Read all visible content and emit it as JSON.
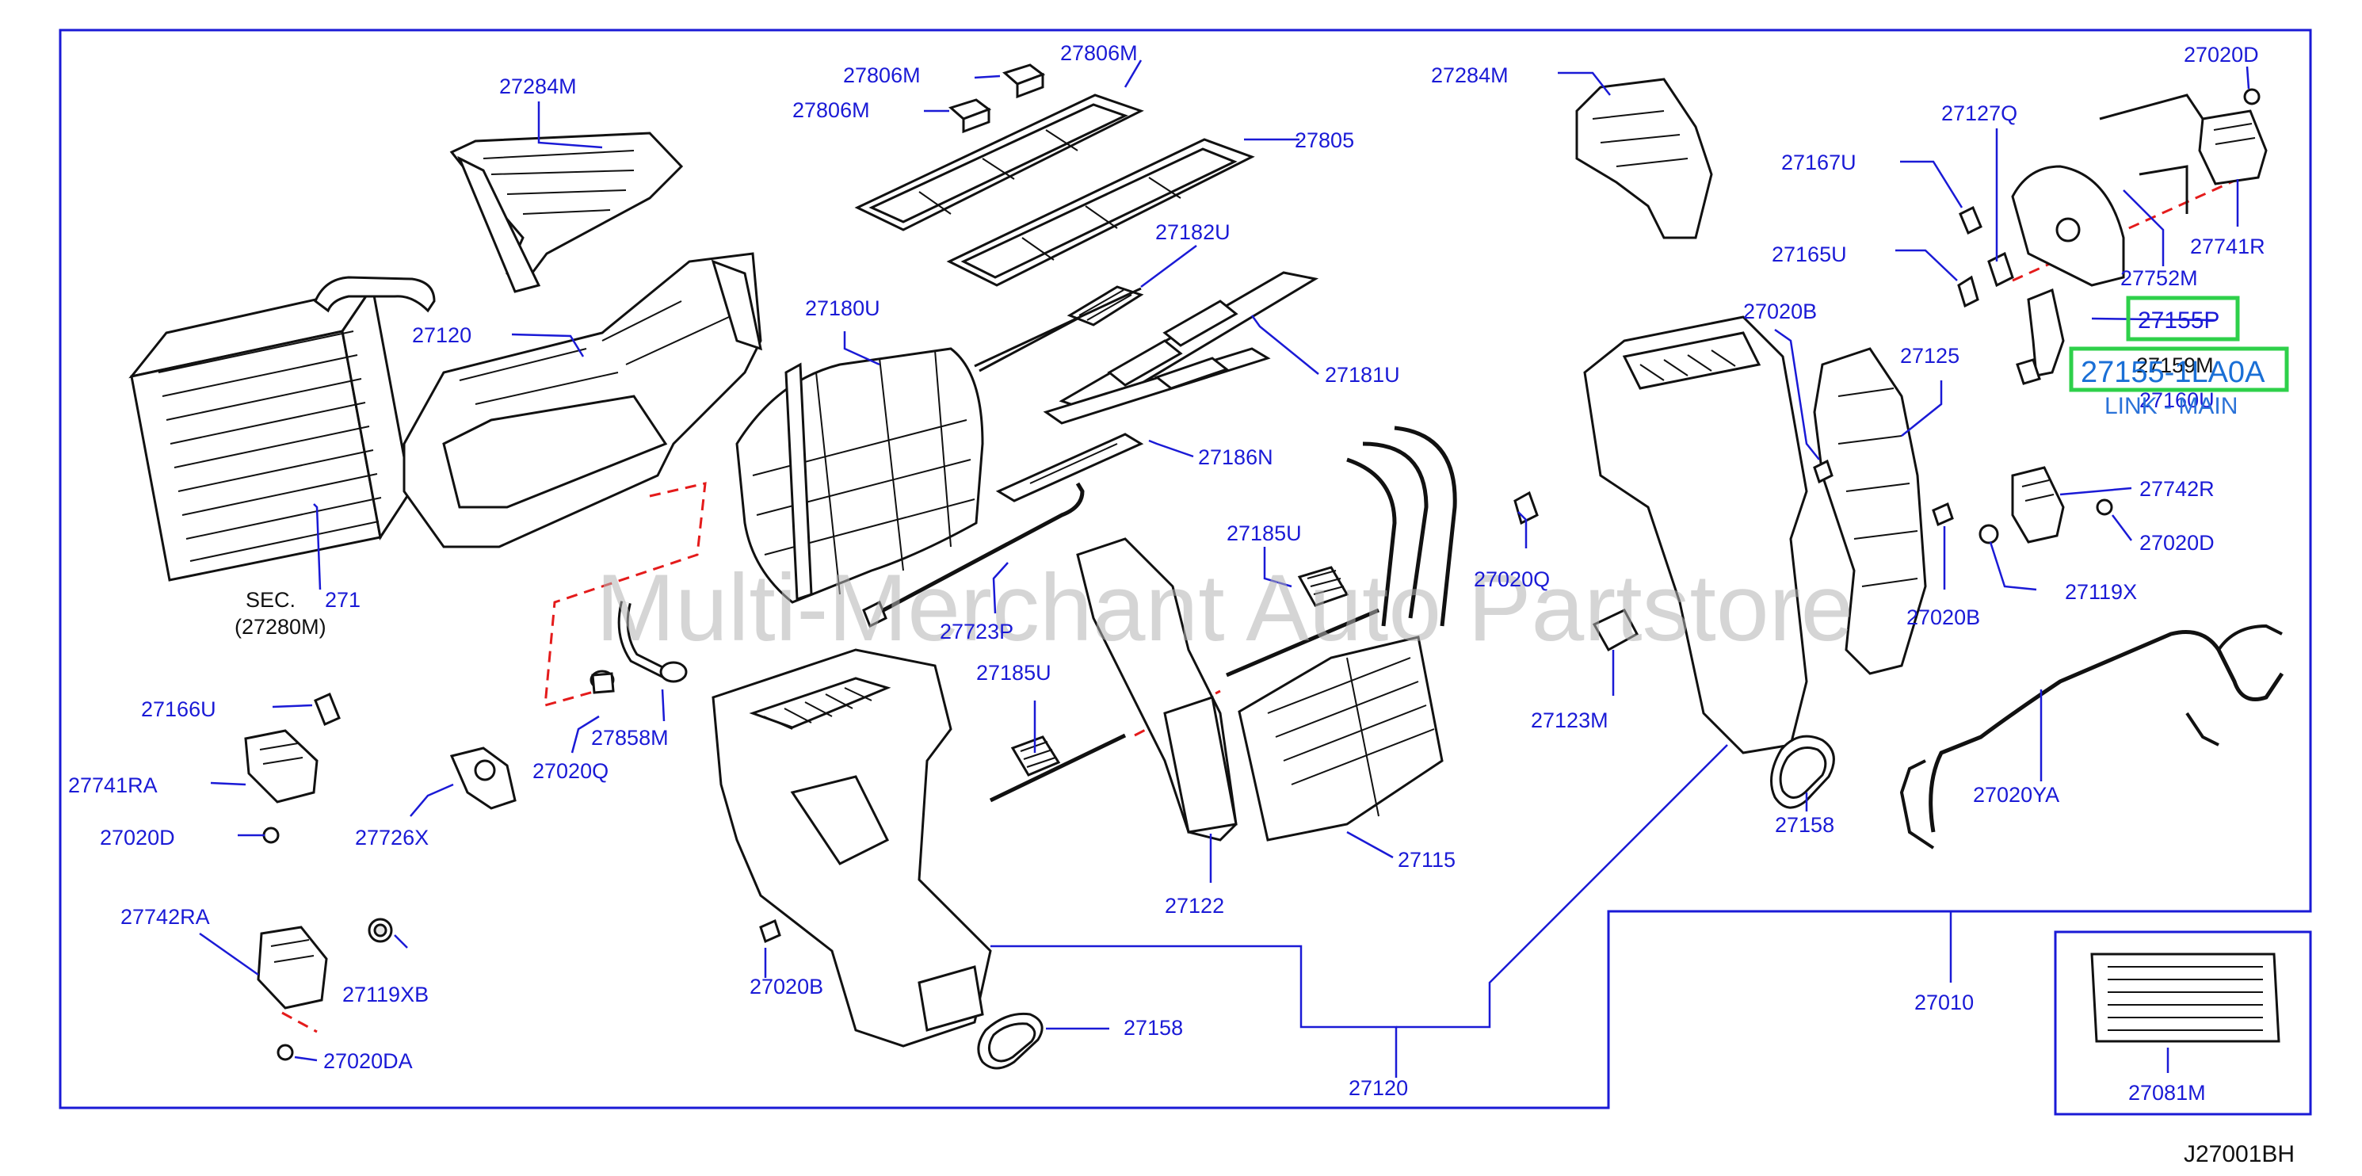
{
  "diagram_code": "J27001BH",
  "watermark": "Multi-Merchant Auto Partstore",
  "labels": {
    "l_27284M_a": "27284M",
    "l_27806M_a": "27806M",
    "l_27806M_b": "27806M",
    "l_27806M_c": "27806M",
    "l_27805": "27805",
    "l_27284M_b": "27284M",
    "l_27020D_a": "27020D",
    "l_27127Q": "27127Q",
    "l_27167U": "27167U",
    "l_27741R": "27741R",
    "l_27165U": "27165U",
    "l_27752M": "27752M",
    "l_27182U": "27182U",
    "l_27120_a": "27120",
    "l_27180U": "27180U",
    "l_27181U": "27181U",
    "l_27020B_a": "27020B",
    "l_27125": "27125",
    "l_27155P": "27155P",
    "l_27159M": "27159M",
    "l_27155_1LA0A": "27155-1LA0A",
    "l_27160U": "27160U",
    "l_link_main": "LINK - MAIN",
    "l_27186N": "27186N",
    "l_27742R": "27742R",
    "l_27020D_b": "27020D",
    "l_sec": "SEC.",
    "l_271": "271",
    "l_27280M": "(27280M)",
    "l_27185U_a": "27185U",
    "l_27020Q_a": "27020Q",
    "l_27119X": "27119X",
    "l_27723P": "27723P",
    "l_27020B_b": "27020B",
    "l_27185U_b": "27185U",
    "l_27123M": "27123M",
    "l_27166U": "27166U",
    "l_27858M": "27858M",
    "l_27741RA": "27741RA",
    "l_27020Q_b": "27020Q",
    "l_27020D_c": "27020D",
    "l_27726X": "27726X",
    "l_27020YA": "27020YA",
    "l_27158_a": "27158",
    "l_27115": "27115",
    "l_27742RA": "27742RA",
    "l_27122": "27122",
    "l_27020B_c": "27020B",
    "l_27119XB": "27119XB",
    "l_27010": "27010",
    "l_27158_b": "27158",
    "l_27020DA": "27020DA",
    "l_27120_b": "27120",
    "l_27081M": "27081M"
  },
  "colors": {
    "label_blue": "#1a1ad6",
    "leader_blue": "#1a1ad6",
    "dash_red": "#e41b1b",
    "highlight_green": "#2ed04a",
    "watermark_gray": "#b4b4b4"
  }
}
